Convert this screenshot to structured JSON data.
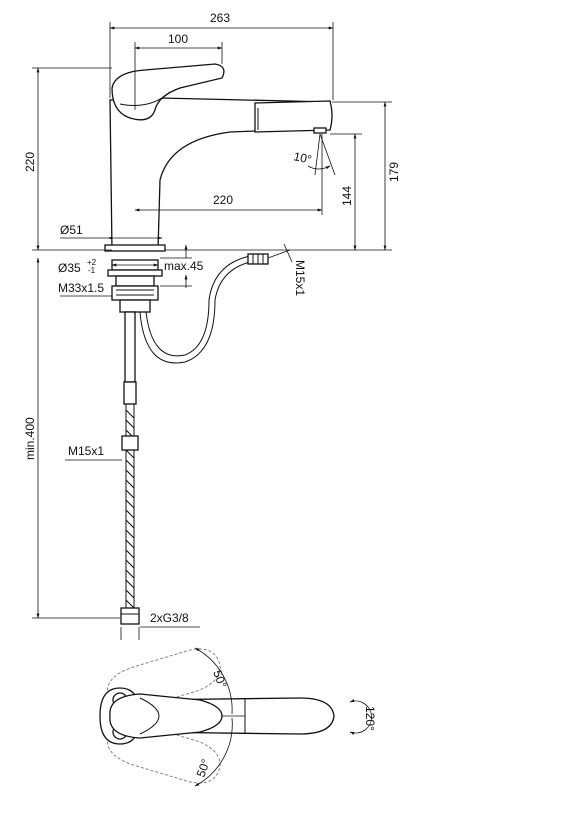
{
  "dimensions": {
    "overall_length": "263",
    "lever_offset": "100",
    "height_total": "220",
    "spout_reach": "220",
    "spout_height": "179",
    "outlet_height": "144",
    "base_diameter": "Ø51",
    "hole_diameter": "Ø35",
    "hole_tolerance_plus": "+2",
    "hole_tolerance_minus": "-1",
    "max_thickness": "max.45",
    "shank_thread": "M33x1.5",
    "hose_thread_top": "M15x1",
    "hose_thread_bottom": "M15x1",
    "min_hose_length": "min.400",
    "connection_thread": "2xG3/8",
    "spray_angle": "10°",
    "swivel_left": "50°",
    "swivel_right": "50°",
    "rotation_angle": "120°"
  },
  "colors": {
    "line": "#111111",
    "ghost": "#777777",
    "background": "#ffffff"
  }
}
